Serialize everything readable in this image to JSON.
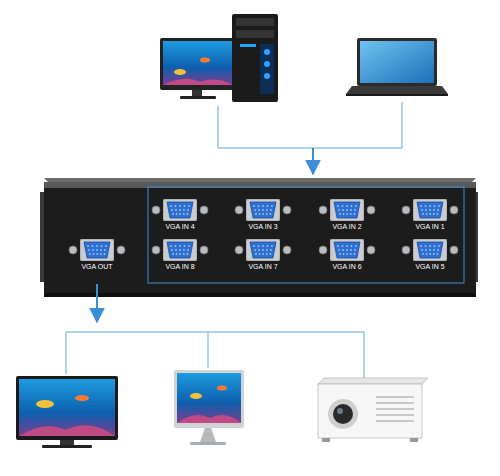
{
  "diagram": {
    "nodes": [
      {
        "text": [
          "VGA IN 4"
        ]
      },
      {
        "text": [
          "VGA IN 3"
        ]
      },
      {
        "text": [
          "VGA IN 2"
        ]
      },
      {
        "text": [
          "VGA IN 1"
        ]
      },
      {
        "text": [
          "VGA OUT"
        ]
      },
      {
        "text": [
          "VGA IN 8"
        ]
      },
      {
        "text": [
          "VGA IN 7"
        ]
      },
      {
        "text": [
          "VGA IN 6"
        ]
      },
      {
        "text": [
          "VGA IN 5"
        ]
      }
    ]
  }
}
